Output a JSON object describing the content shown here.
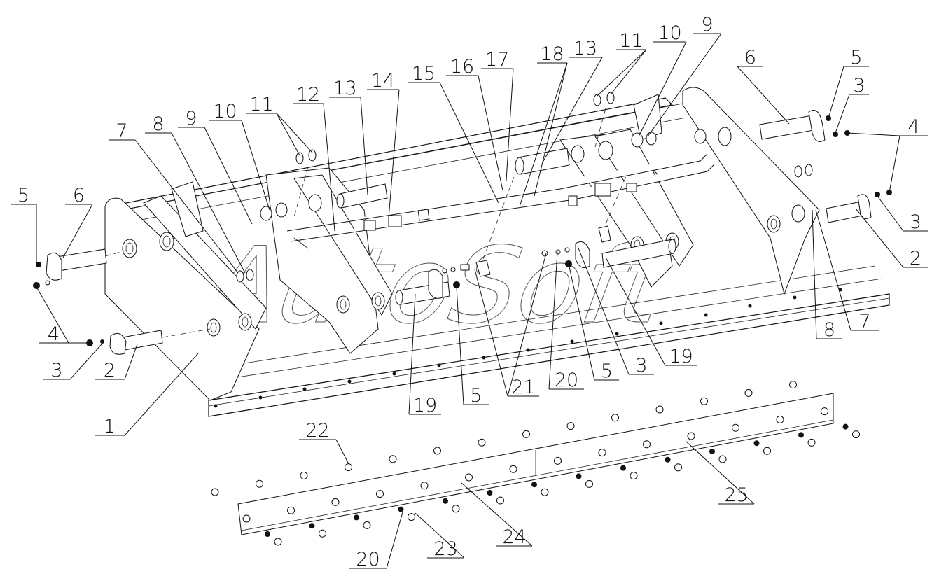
{
  "diagram": {
    "type": "exploded-parts-view",
    "subject": "Bucket / blade frame assembly",
    "watermark": "AutoSoft",
    "callouts": [
      {
        "id": "c1",
        "label": "1",
        "part": "frame"
      },
      {
        "id": "c2l",
        "label": "2",
        "part": "pin-left-lower"
      },
      {
        "id": "c3l",
        "label": "3",
        "part": "washer-left-lower"
      },
      {
        "id": "c4l",
        "label": "4",
        "part": "bolt-left"
      },
      {
        "id": "c5l",
        "label": "5",
        "part": "grease-fitting-left"
      },
      {
        "id": "c6l",
        "label": "6",
        "part": "pin-left-upper"
      },
      {
        "id": "c7l",
        "label": "7",
        "part": "bushing-left"
      },
      {
        "id": "c8l",
        "label": "8",
        "part": "seal-left"
      },
      {
        "id": "c9l",
        "label": "9",
        "part": "ring-left"
      },
      {
        "id": "c10l",
        "label": "10",
        "part": "bushing-inner-left"
      },
      {
        "id": "c11l",
        "label": "11",
        "part": "seal-pair-left"
      },
      {
        "id": "c12",
        "label": "12",
        "part": "hydraulic-line"
      },
      {
        "id": "c13l",
        "label": "13",
        "part": "pin-cylinder-left"
      },
      {
        "id": "c14",
        "label": "14",
        "part": "fitting"
      },
      {
        "id": "c15",
        "label": "15",
        "part": "clamp"
      },
      {
        "id": "c16",
        "label": "16",
        "part": "bolt-clamp"
      },
      {
        "id": "c17",
        "label": "17",
        "part": "nut-clamp"
      },
      {
        "id": "c18",
        "label": "18",
        "part": "hydraulic-lines"
      },
      {
        "id": "c13r",
        "label": "13",
        "part": "pin-cylinder-right"
      },
      {
        "id": "c11r",
        "label": "11",
        "part": "seal-pair-right"
      },
      {
        "id": "c10r",
        "label": "10",
        "part": "bushing-inner-right"
      },
      {
        "id": "c9r",
        "label": "9",
        "part": "ring-right"
      },
      {
        "id": "c6r",
        "label": "6",
        "part": "pin-right-upper"
      },
      {
        "id": "c5r",
        "label": "5",
        "part": "grease-fitting-right"
      },
      {
        "id": "c3r",
        "label": "3",
        "part": "washer-right-upper"
      },
      {
        "id": "c4r",
        "label": "4",
        "part": "bolt-right"
      },
      {
        "id": "c3r2",
        "label": "3",
        "part": "washer-right-lower"
      },
      {
        "id": "c2r",
        "label": "2",
        "part": "pin-right-lower"
      },
      {
        "id": "c7r",
        "label": "7",
        "part": "bushing-right"
      },
      {
        "id": "c8r",
        "label": "8",
        "part": "seal-right"
      },
      {
        "id": "c19l",
        "label": "19",
        "part": "cylinder-pin-left"
      },
      {
        "id": "c5m",
        "label": "5",
        "part": "grease-fitting-mid"
      },
      {
        "id": "c21",
        "label": "21",
        "part": "bolts-mid"
      },
      {
        "id": "c20m",
        "label": "20",
        "part": "washer-mid"
      },
      {
        "id": "c5m2",
        "label": "5",
        "part": "grease-fitting-mid-right"
      },
      {
        "id": "c3m",
        "label": "3",
        "part": "washer-mid-right"
      },
      {
        "id": "c19r",
        "label": "19",
        "part": "cylinder-pin-right"
      },
      {
        "id": "c22",
        "label": "22",
        "part": "plow-bolt"
      },
      {
        "id": "c20b",
        "label": "20",
        "part": "lock-washer"
      },
      {
        "id": "c23",
        "label": "23",
        "part": "nut"
      },
      {
        "id": "c24",
        "label": "24",
        "part": "cutting-edge-left"
      },
      {
        "id": "c25",
        "label": "25",
        "part": "cutting-edge-right"
      }
    ]
  }
}
